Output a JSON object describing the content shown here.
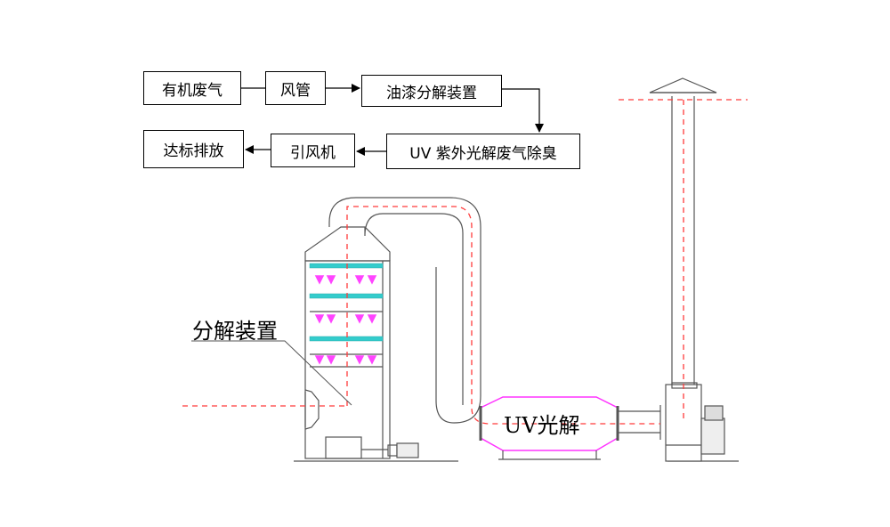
{
  "flow": {
    "step1": "有机废气",
    "step2": "风管",
    "step3": "油漆分解装置",
    "step4": "UV 紫外光解废气除臭",
    "step5": "引风机",
    "step6": "达标排放"
  },
  "equipment": {
    "tower_label": "分解装置",
    "uv_label": "UV光解"
  },
  "colors": {
    "line": "#555555",
    "airflow": "#ff3b3b",
    "uv_frame": "#ff33ff",
    "packing": "#33cccc",
    "spray": "#ff44ff"
  }
}
